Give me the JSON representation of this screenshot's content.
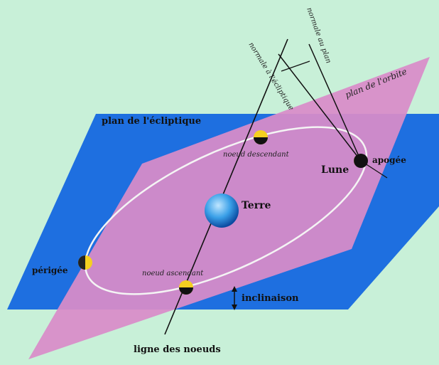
{
  "diagram": {
    "colors": {
      "background": "#c8f0d8",
      "ecliptic_plane": "#1e6fe0",
      "orbit_plane": "#d98cc8",
      "orbit_line": "#f4f4f4",
      "earth": "#3aa0e8",
      "node_marker": "#f5d020",
      "ink": "#111111"
    },
    "labels": {
      "plan_ecliptique": "plan de l'écliptique",
      "plan_orbite": "plan de l'orbite",
      "terre": "Terre",
      "lune": "Lune",
      "apogee": "apogée",
      "perigee": "périgée",
      "noeud_descendant": "noeud descendant",
      "noeud_ascendant": "noeud ascendant",
      "inclinaison": "inclinaison",
      "ligne_des_noeuds": "ligne des noeuds",
      "normale_ecliptique": "normale à l'écliptique",
      "normale_orbite": "normale au plan"
    }
  }
}
